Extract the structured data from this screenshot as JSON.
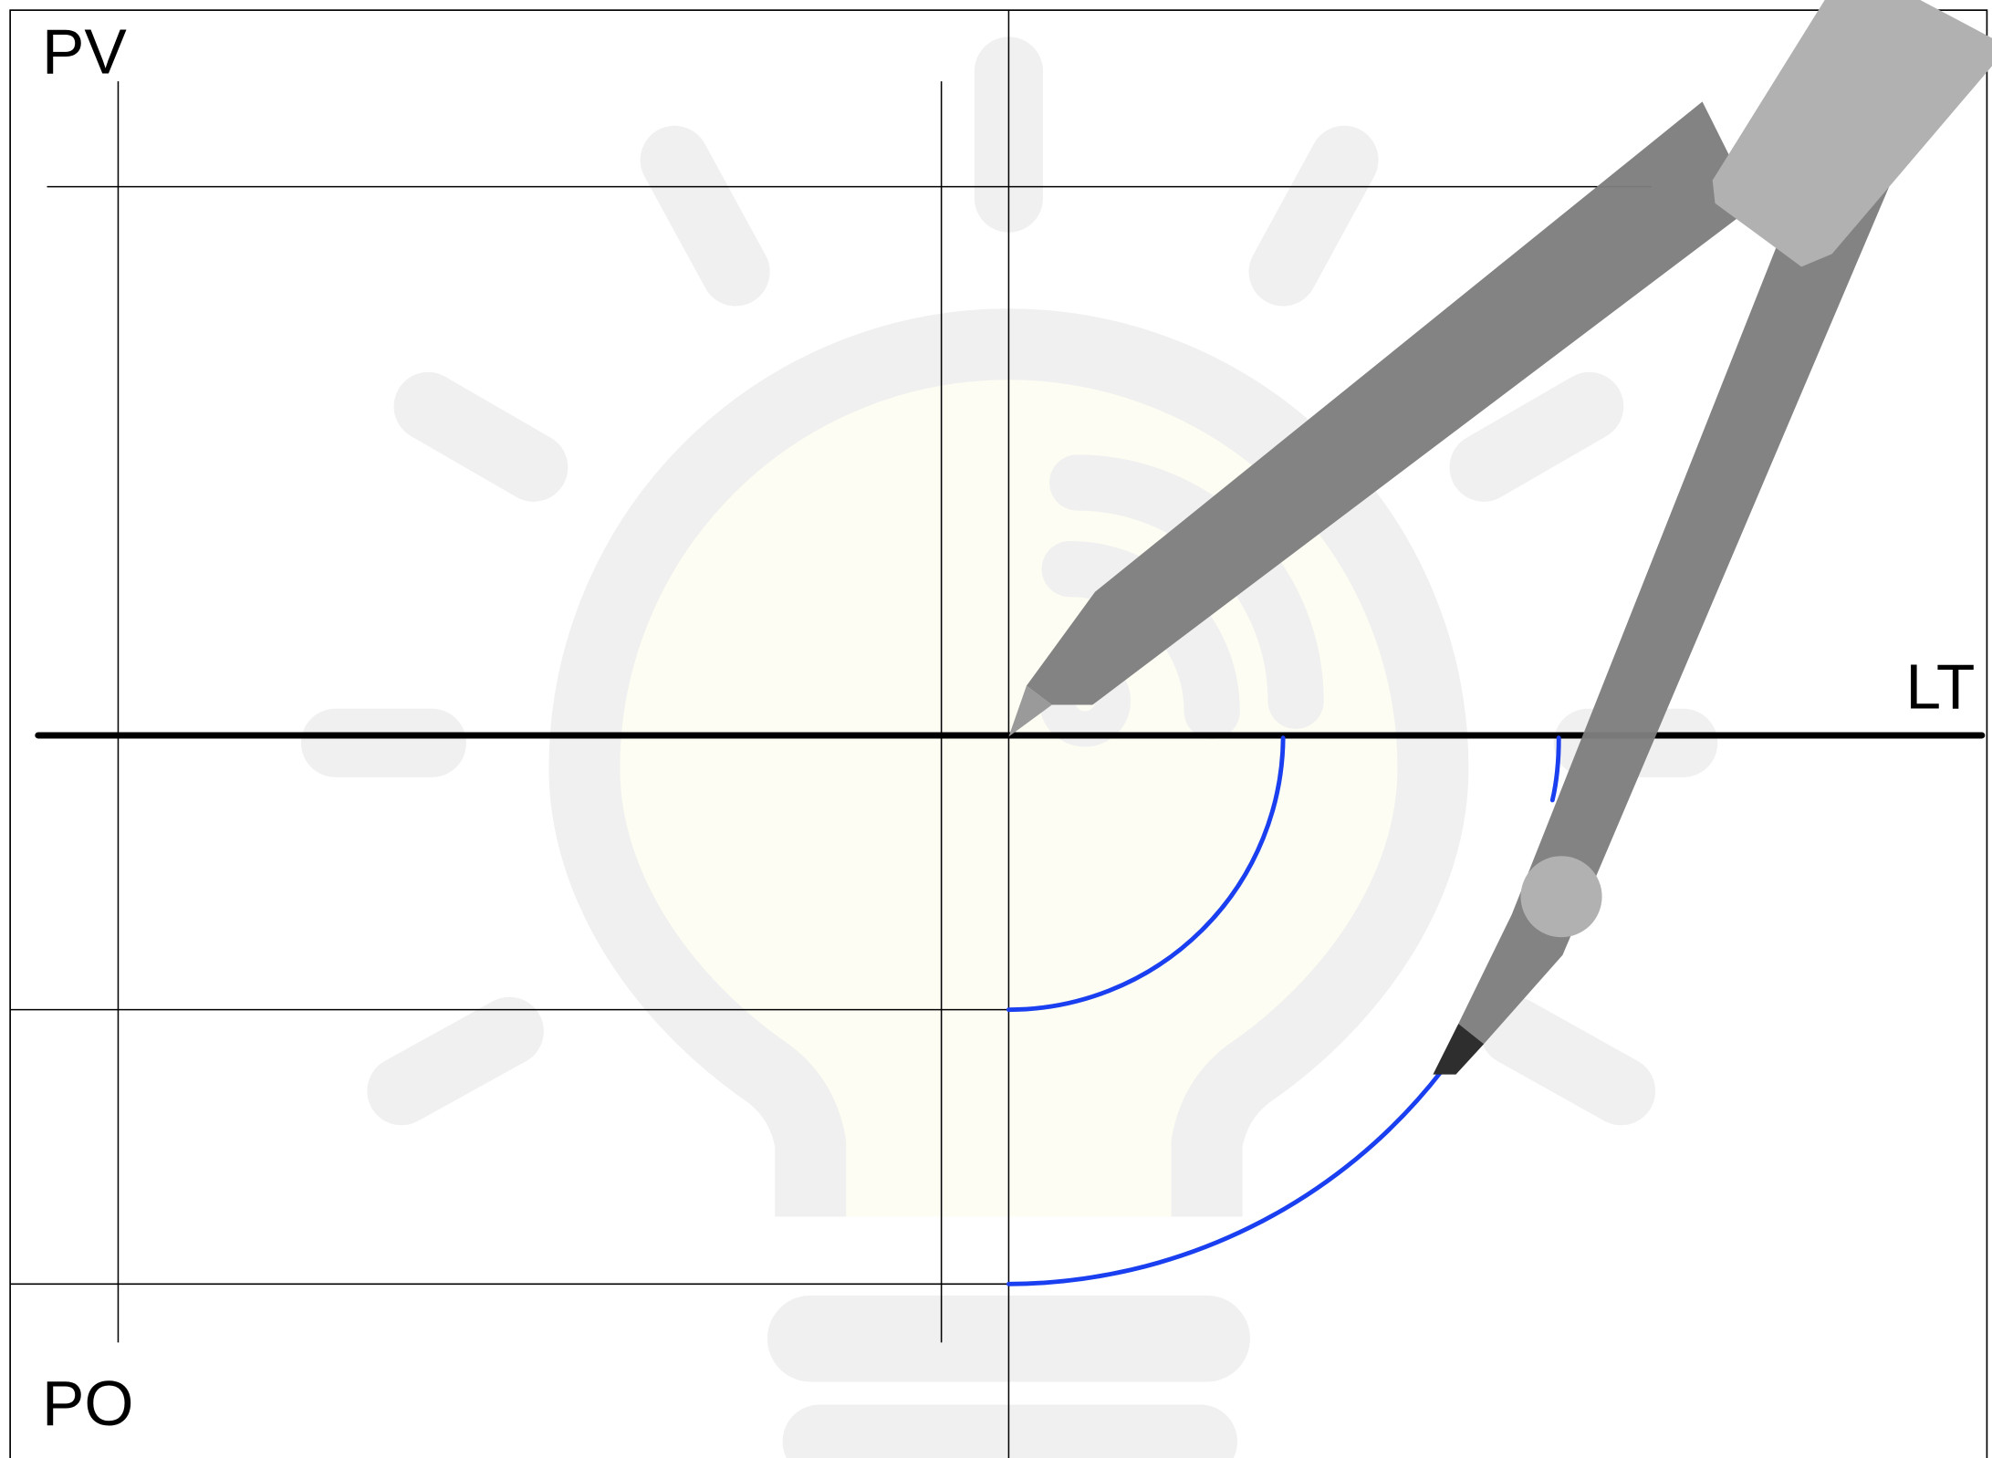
{
  "labels": {
    "pv": "PV",
    "po": "PO",
    "lt": "LT"
  },
  "colors": {
    "background": "#ffffff",
    "construction_line": "#000000",
    "arc": "#1a3ff0",
    "watermark": "#f0f0f0",
    "watermark_fill": "#fdfdf3",
    "compass_dark": "#7e7e7e",
    "compass_light": "#b1b1b1"
  },
  "icons": {
    "background": "lightbulb-watermark-icon",
    "tool": "drawing-compass-icon"
  }
}
